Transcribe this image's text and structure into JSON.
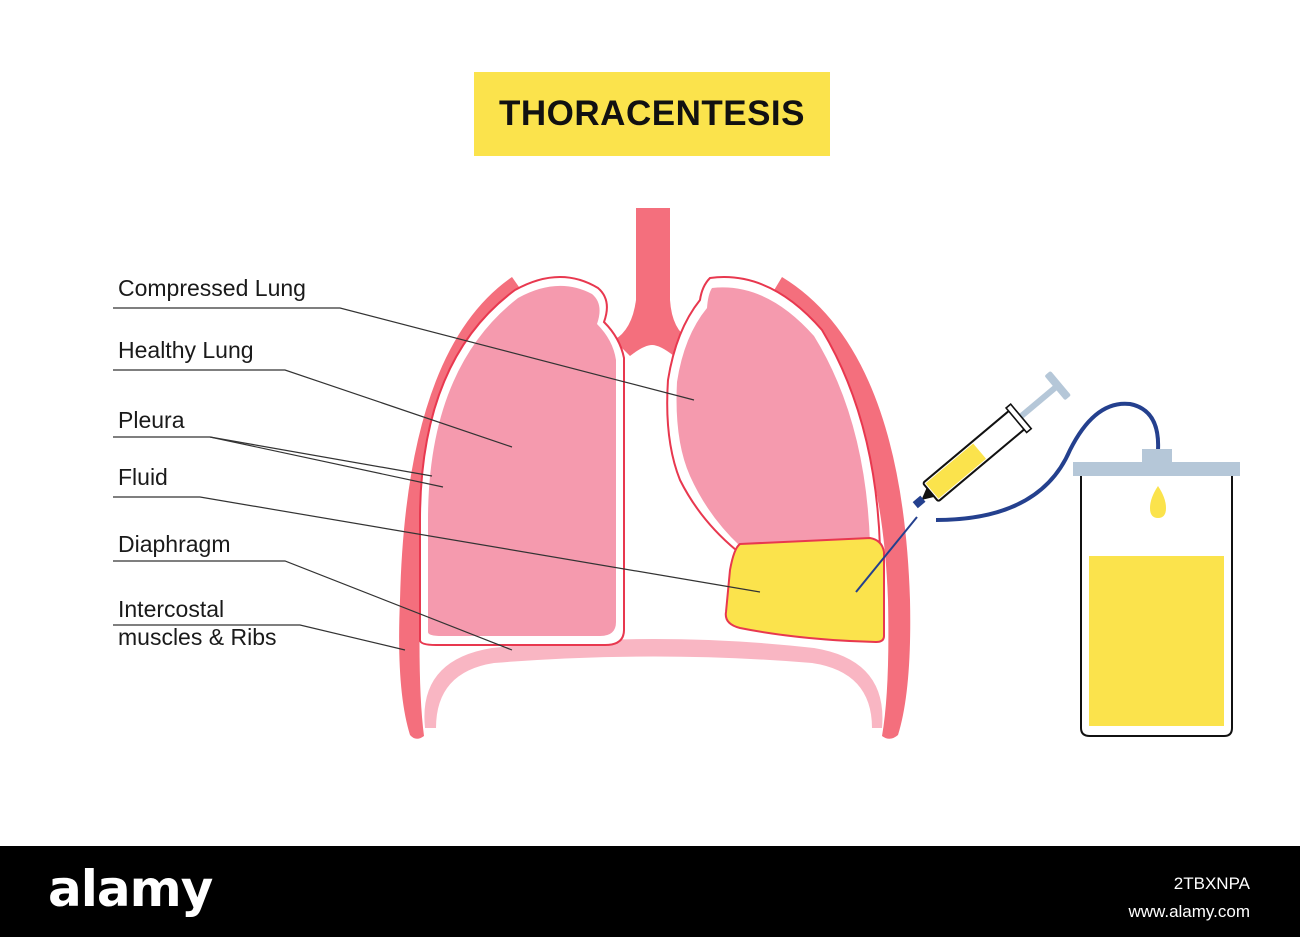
{
  "title": "THORACENTESIS",
  "labels": {
    "compressed_lung": "Compressed Lung",
    "healthy_lung": "Healthy Lung",
    "pleura": "Pleura",
    "fluid": "Fluid",
    "diaphragm": "Diaphragm",
    "intercostal": "Intercostal\nmuscles & Ribs"
  },
  "footer": {
    "brand": "alamy",
    "image_id": "2TBXNPA",
    "url": "www.alamy.com"
  },
  "colors": {
    "title_bg": "#fbe34c",
    "ribs": "#f46f7d",
    "trachea": "#f46f7d",
    "lung_fill": "#f59aae",
    "lung_outline": "#e8384f",
    "fluid": "#fbe34c",
    "diaphragm": "#f9b6c3",
    "tube": "#24408e",
    "container_cap": "#b5c7d8"
  }
}
